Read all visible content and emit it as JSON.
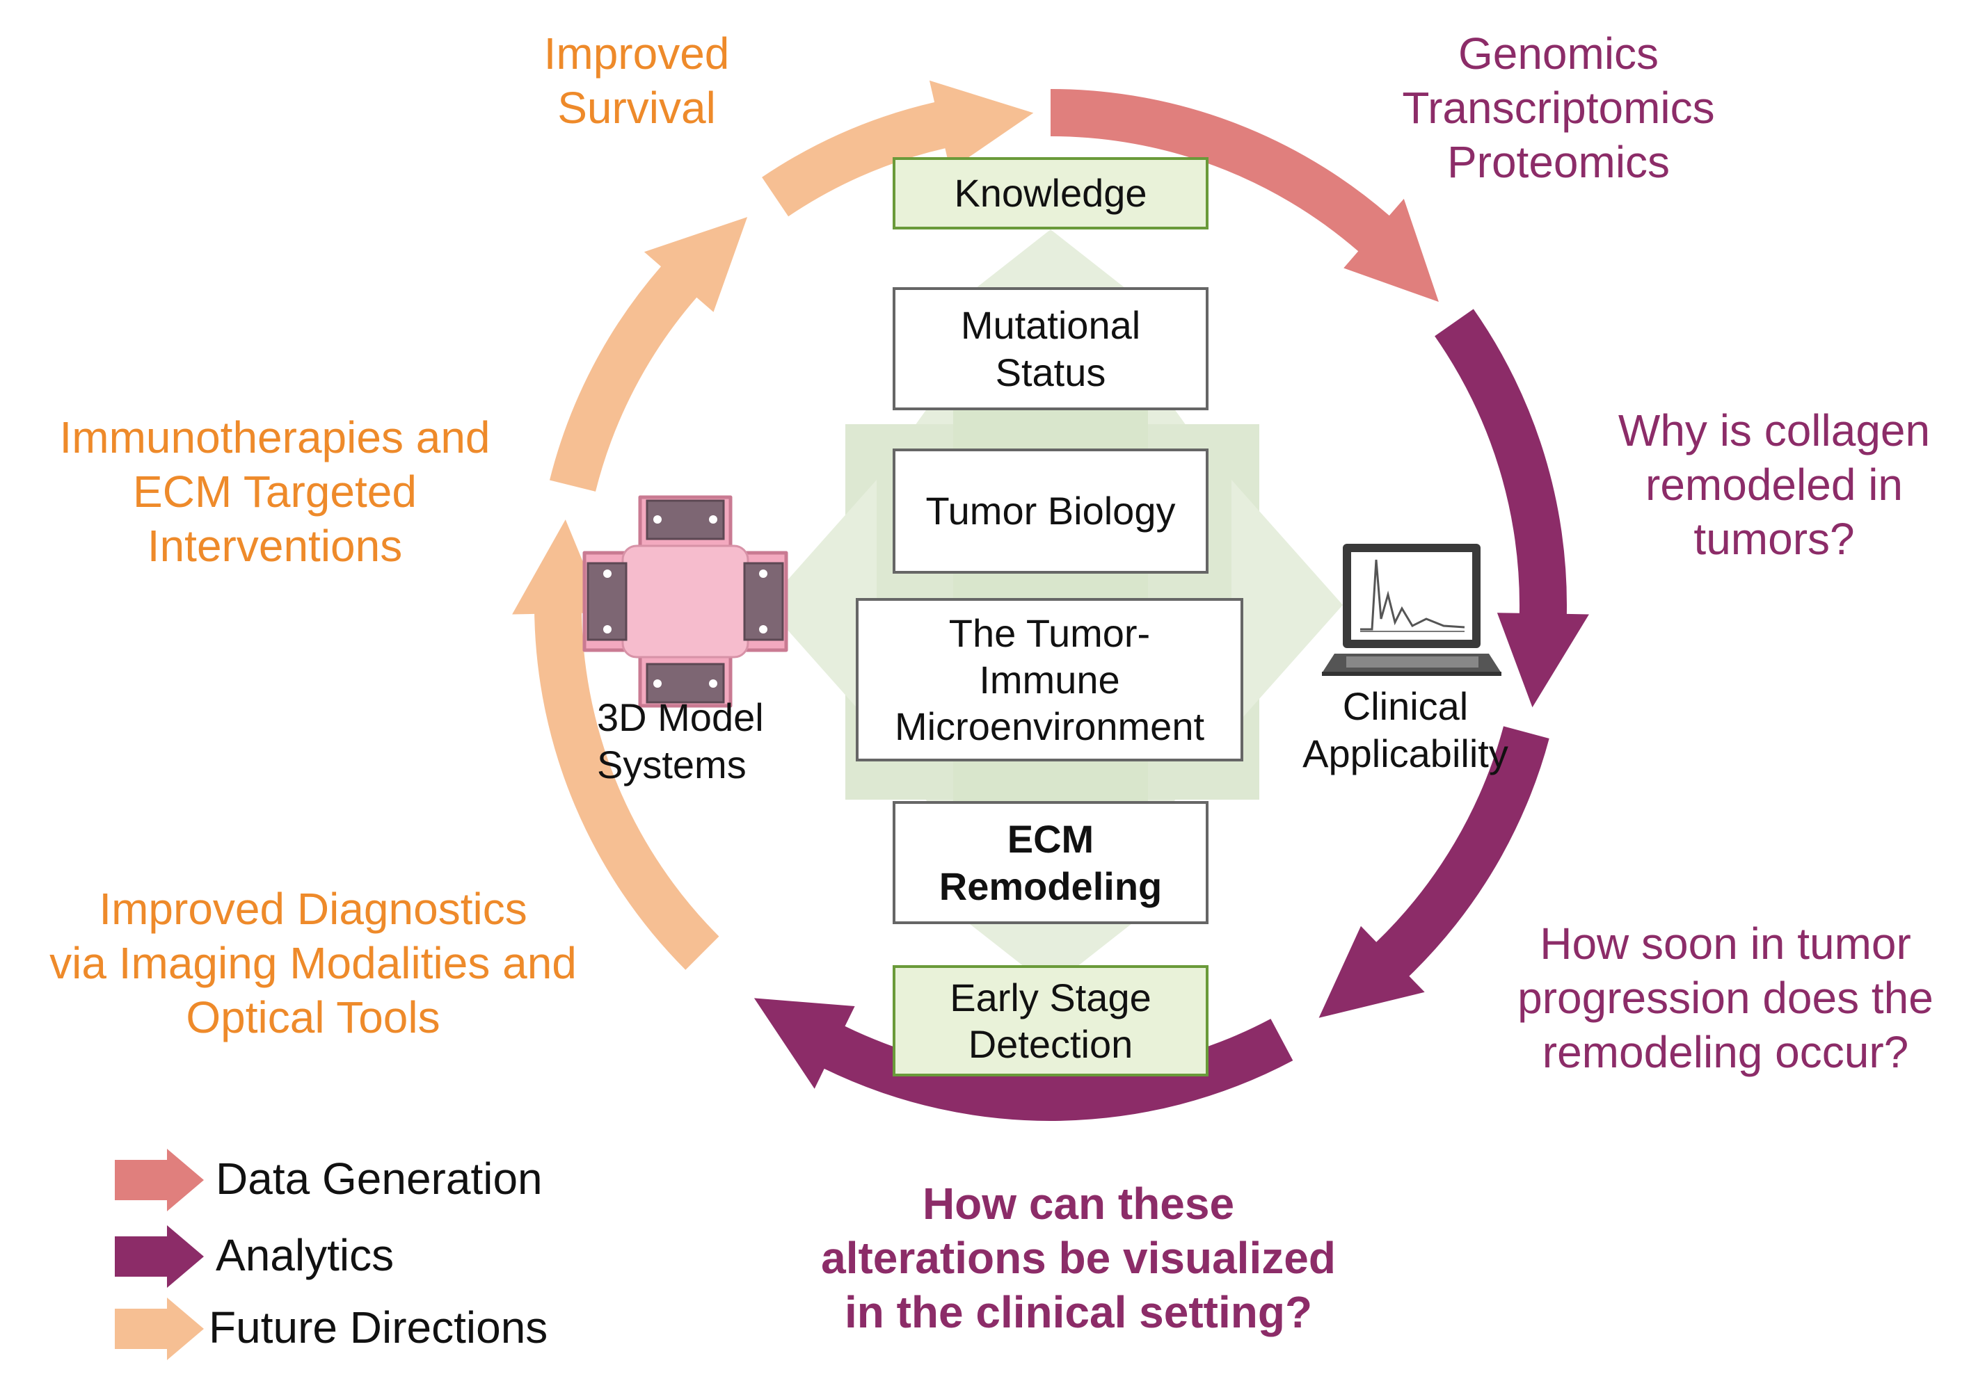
{
  "cycle_labels": {
    "top_right": [
      "Genomics",
      "Transcriptomics",
      "Proteomics"
    ],
    "right_upper": [
      "Why is collagen",
      "remodeled in",
      "tumors?"
    ],
    "right_lower": [
      "How soon in tumor",
      "progression does the",
      "remodeling occur?"
    ],
    "bottom": [
      "How can these",
      "alterations be visualized",
      "in the clinical setting?"
    ],
    "left_lower": [
      "Improved Diagnostics",
      "via Imaging Modalities and",
      "Optical Tools"
    ],
    "left_middle": [
      "Immunotherapies and",
      "ECM Targeted",
      "Interventions"
    ],
    "top_left": [
      "Improved",
      "Survival"
    ]
  },
  "center": {
    "knowledge": "Knowledge",
    "mutational_status": [
      "Mutational",
      "Status"
    ],
    "tumor_biology": "Tumor Biology",
    "tumor_immune": [
      "The Tumor-",
      "Immune",
      "Microenvironment"
    ],
    "ecm_remodeling": [
      "ECM",
      "Remodeling"
    ],
    "early_detection": [
      "Early Stage",
      "Detection"
    ],
    "model_label": [
      "3D Model",
      "Systems"
    ],
    "clinical_label": [
      "Clinical",
      "Applicability"
    ]
  },
  "legend": [
    {
      "label": "Data Generation",
      "color": "#e07f7d"
    },
    {
      "label": "Analytics",
      "color": "#8c2c68"
    },
    {
      "label": "Future Directions",
      "color": "#f6bf93"
    }
  ],
  "colors": {
    "data_generation": "#e07f7d",
    "analytics": "#8c2c68",
    "future_directions": "#f6bf93",
    "orange_text": "#ee8a2a",
    "purple_text": "#8c2c68",
    "green_box": "#e9f2d9",
    "diamond": "#e6eedd"
  },
  "icons": [
    "organ-on-chip-icon",
    "laptop-chart-icon"
  ]
}
